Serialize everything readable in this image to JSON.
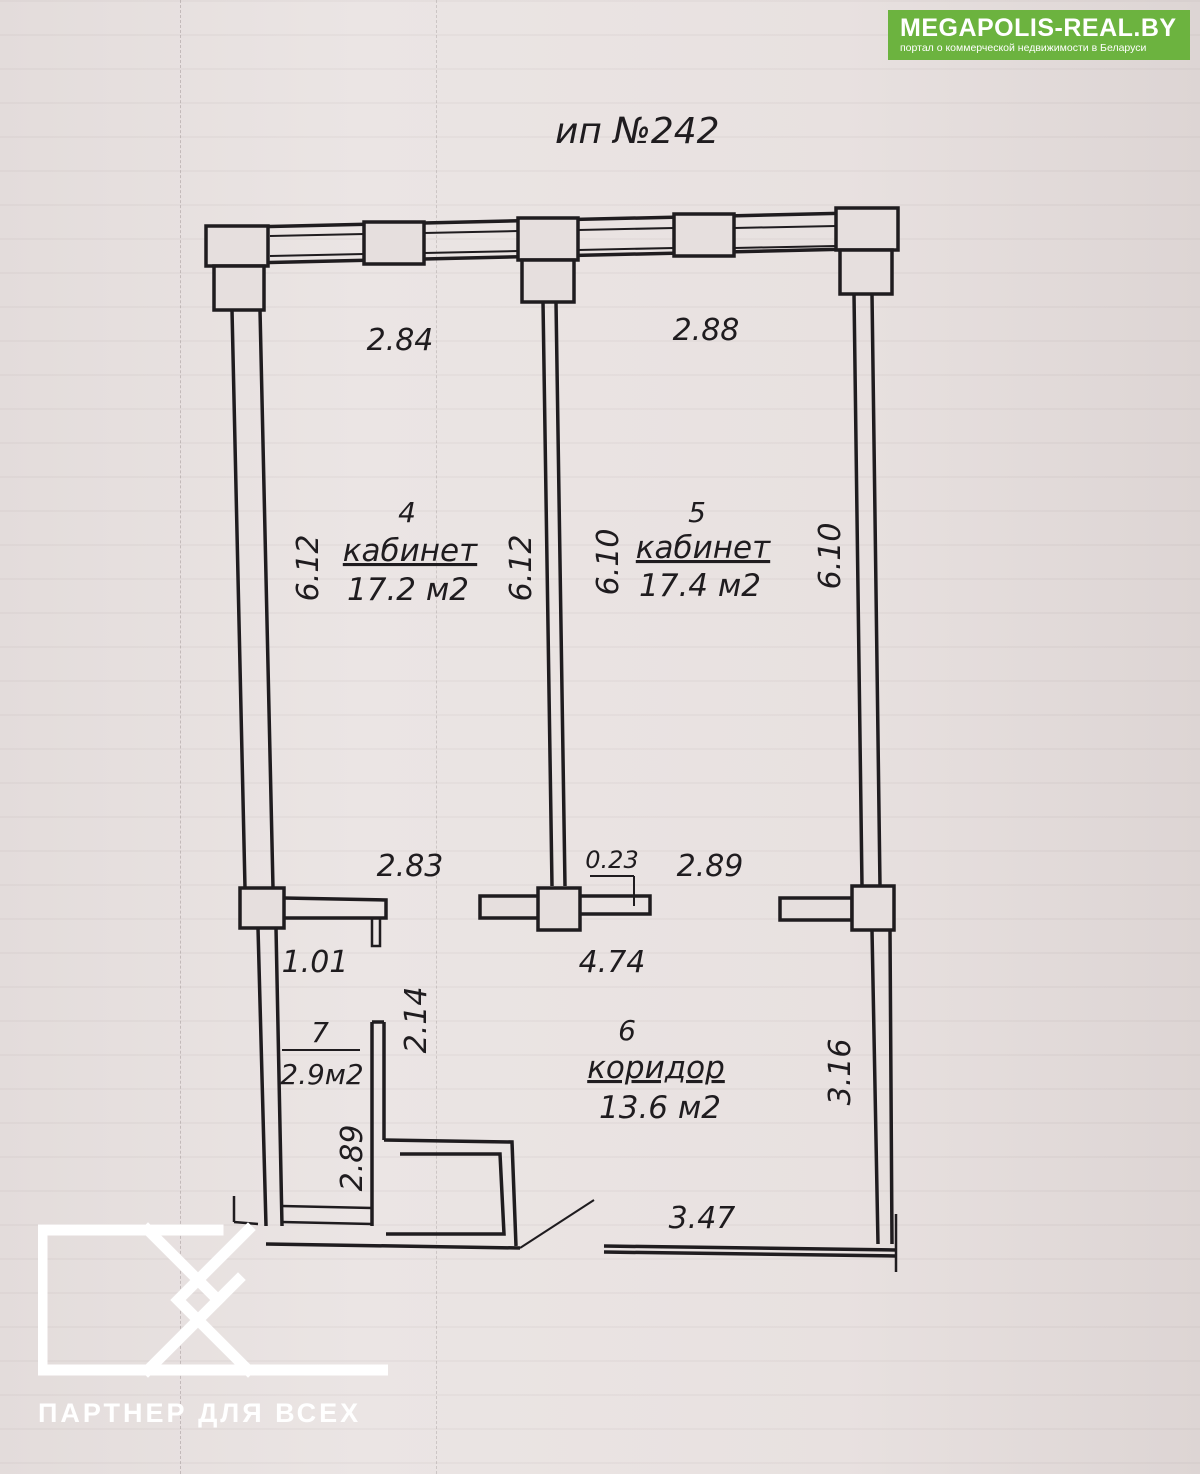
{
  "plan": {
    "title": "ип №242",
    "rooms": [
      {
        "number": "4",
        "name": "кабинет",
        "area": "17.2 м2"
      },
      {
        "number": "5",
        "name": "кабинет",
        "area": "17.4 м2"
      },
      {
        "number": "6",
        "name": "коридор",
        "area": "13.6 м2"
      },
      {
        "number": "7",
        "area": "2.9м2"
      }
    ],
    "dimensions": [
      "2.84",
      "2.88",
      "6.12",
      "6.12",
      "6.10",
      "6.10",
      "2.83",
      "0.23",
      "2.89",
      "1.01",
      "4.74",
      "2.14",
      "3.16",
      "2.89",
      "3.47"
    ]
  },
  "brand": {
    "site": "MEGAPOLIS-REAL.BY",
    "tagline": "портал о коммерческой недвижимости в Беларуси",
    "color": "#6cb33f"
  },
  "watermark": {
    "text": "ПАРТНЕР ДЛЯ ВСЕХ"
  }
}
